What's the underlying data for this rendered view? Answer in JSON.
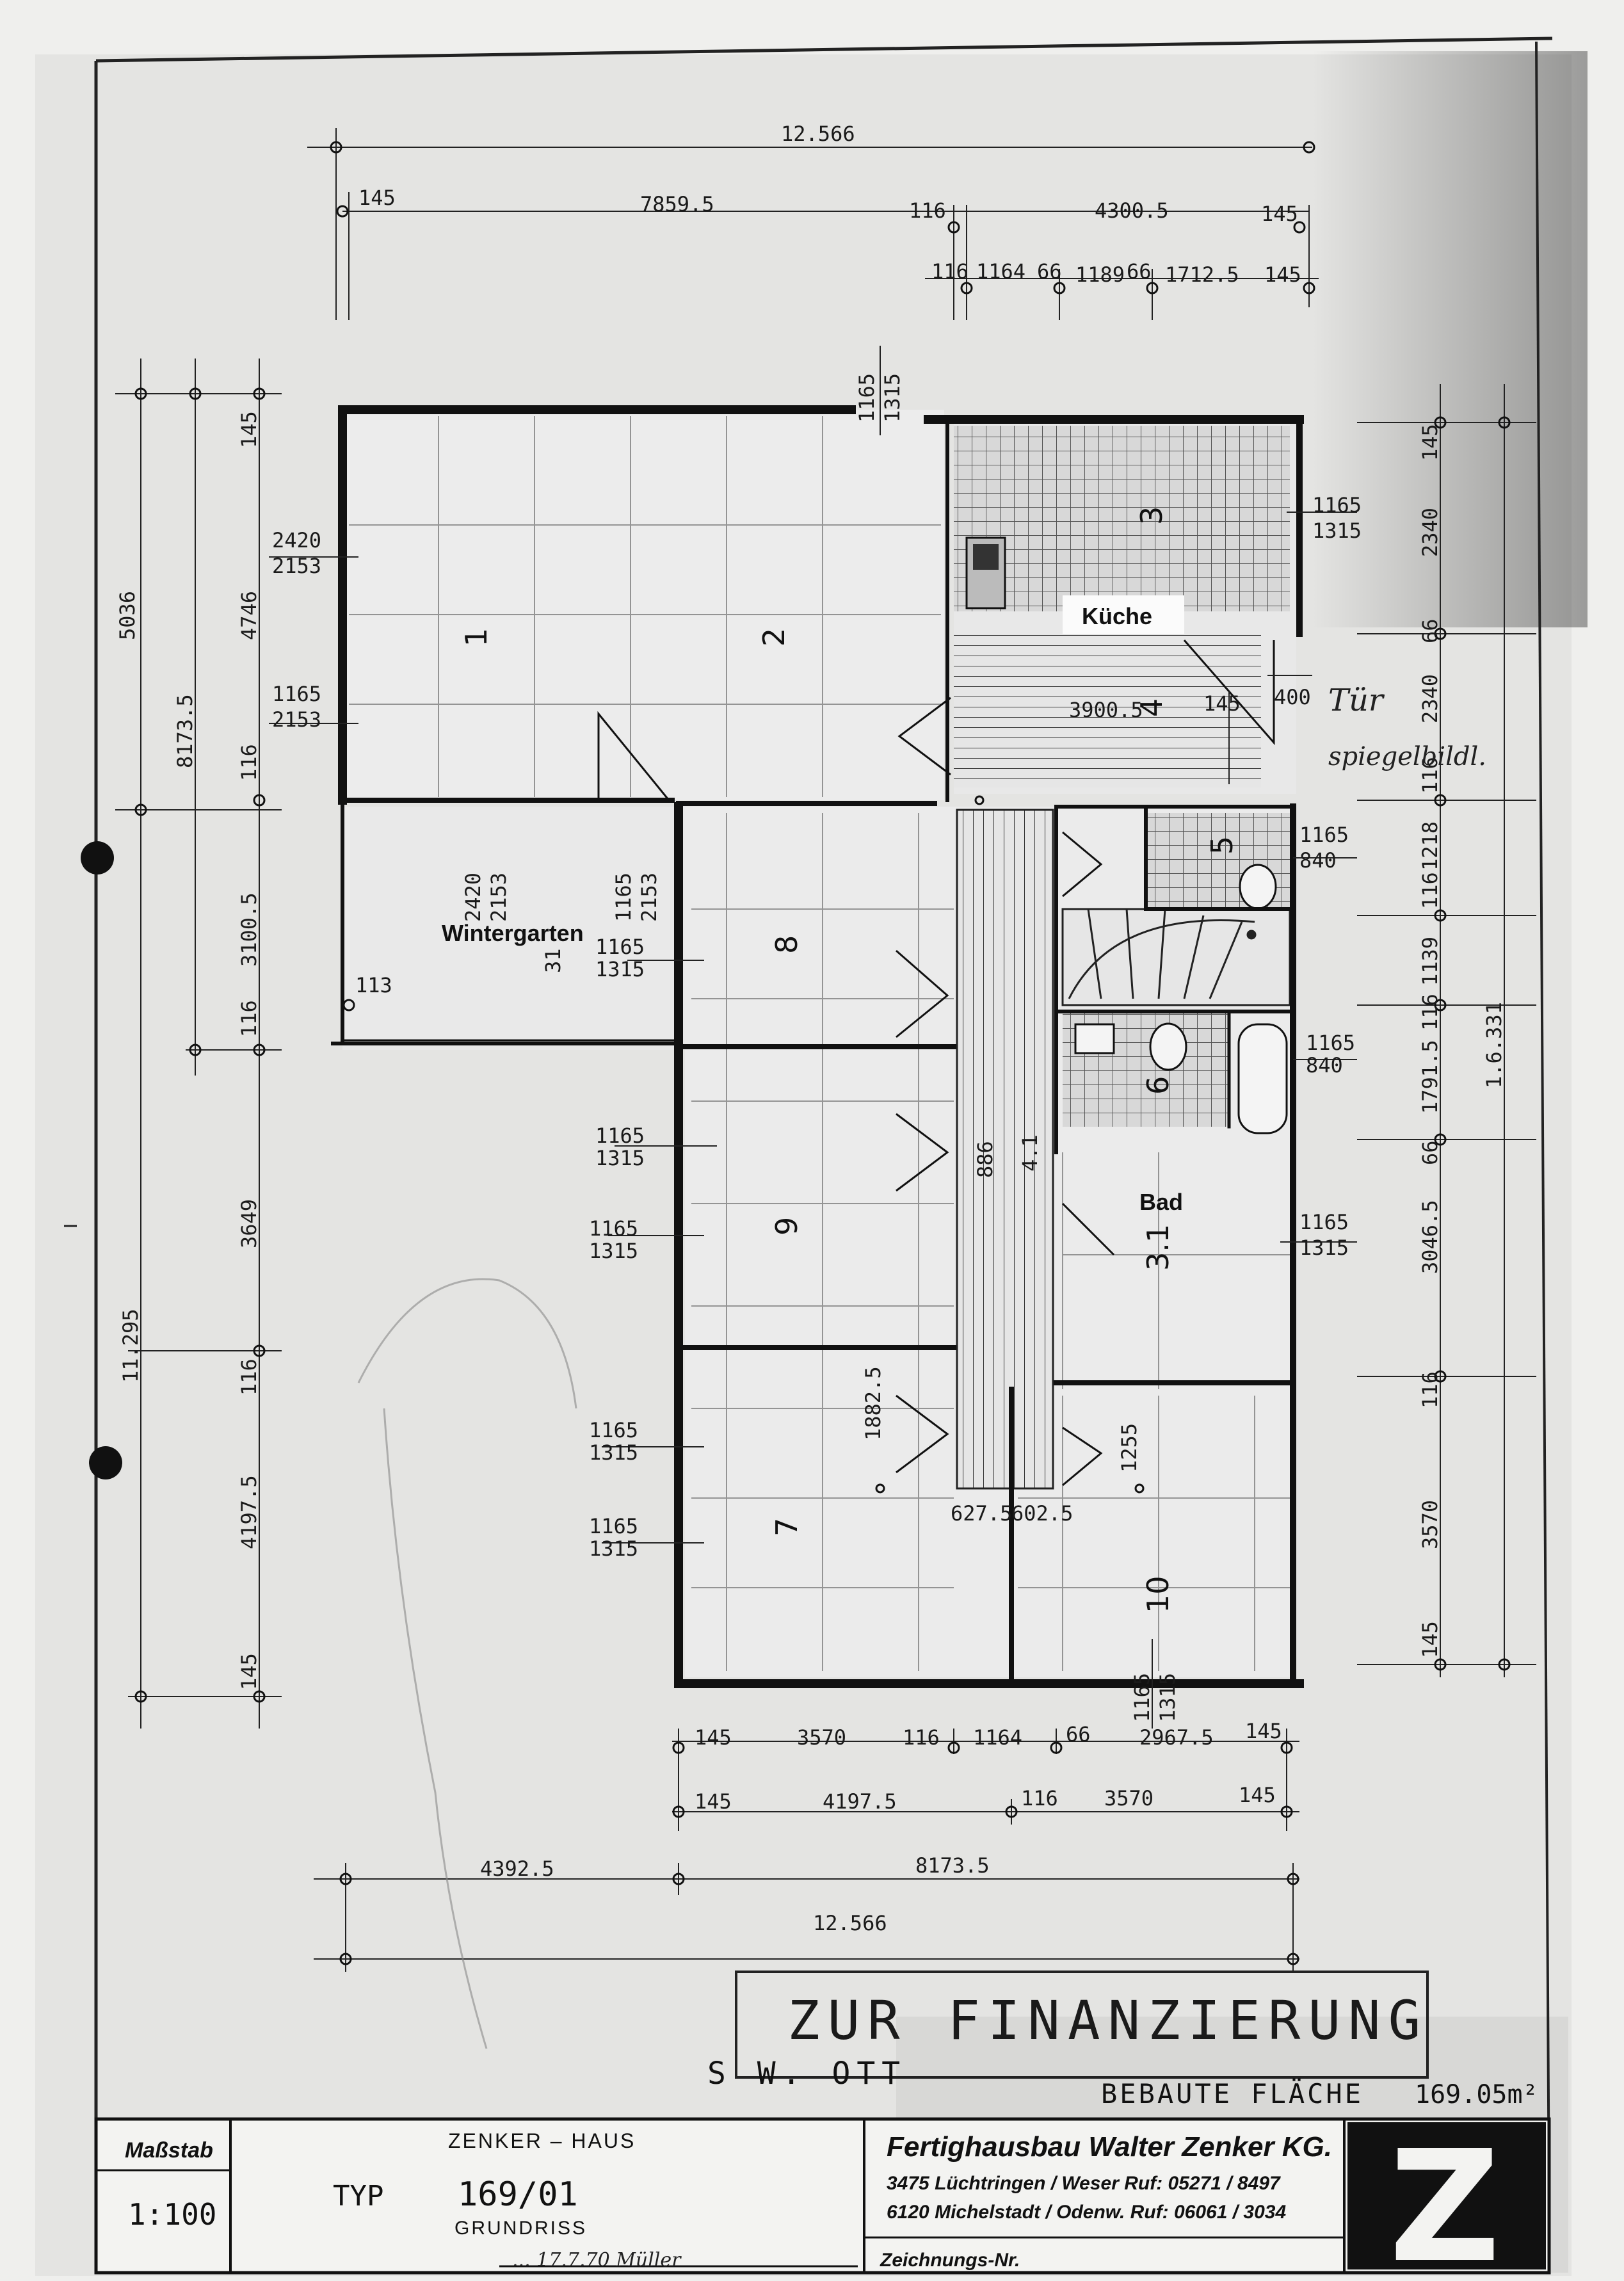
{
  "dimensions": {
    "top_total": "12.566",
    "top_left": "7859.5",
    "top_right": "4300.5",
    "top_145a": "145",
    "top_116": "116",
    "top_145b": "145",
    "top_r1": "1164",
    "top_r2": "1189",
    "top_r3": "1712.5",
    "top_66a": "66",
    "top_66b": "66",
    "top_116b": "116",
    "top_145c": "145",
    "win_top_a": "1165",
    "win_top_b": "1315",
    "left_5036": "5036",
    "left_8173": "8173.5",
    "left_4746": "4746",
    "left_145": "145",
    "left_116": "116",
    "left_3100": "3100.5",
    "left_11295": "11.295",
    "left_3649": "3649",
    "left_116b": "116",
    "left_4197": "4197.5",
    "left_145b": "145",
    "left_116c": "116",
    "r1_a": "2420",
    "r1_b": "2153",
    "r1w_a": "1165",
    "r1w_b": "2153",
    "wg_a": "2420",
    "wg_b": "2153",
    "wg2_a": "1165",
    "wg2_b": "2153",
    "wg_31": "31",
    "wg_113": "113",
    "r8_a": "1165",
    "r8_b": "1315",
    "r9a_a": "1165",
    "r9a_b": "1315",
    "r9b_a": "1165",
    "r9b_b": "1315",
    "r7a_a": "1165",
    "r7a_b": "1315",
    "r7b_a": "1165",
    "r7b_b": "1315",
    "k_a": "1165",
    "k_b": "1315",
    "k_3900": "3900.5",
    "k_145": "145",
    "k_400": "400",
    "wc_a": "1165",
    "wc_b": "840",
    "bd_a": "1165",
    "bd_b": "840",
    "bad_a": "1165",
    "bad_b": "1315",
    "right_145": "145",
    "right_2340a": "2340",
    "right_66a": "66",
    "right_2340b": "2340",
    "right_116a": "116",
    "right_1218": "1218",
    "right_116b": "116",
    "right_1139": "1139",
    "right_116c": "116",
    "right_1791": "1791.5",
    "right_66b": "66",
    "right_3046": "3046.5",
    "right_116d": "116",
    "right_3570": "3570",
    "right_145b": "145",
    "right_16331": "1.6.331",
    "hall_886": "886",
    "hall_41": "4.1",
    "r9_1882": "1882.5",
    "r10_1255": "1255",
    "hall_627": "627.5",
    "hall_602": "602.5",
    "bot_win_a": "1165",
    "bot_win_b": "1315",
    "b1_145": "145",
    "b1_3570": "3570",
    "b1_116": "116",
    "b1_1164": "1164",
    "b1_66": "66",
    "b1_2967": "2967.5",
    "b1_145b": "145",
    "b2_145": "145",
    "b2_4197": "4197.5",
    "b2_116": "116",
    "b2_3570": "3570",
    "b2_145b": "145",
    "b3_4392": "4392.5",
    "b3_8173": "8173.5",
    "b4_total": "12.566"
  },
  "rooms": {
    "r1": "1",
    "r2": "2",
    "r3": "3",
    "r4": "4",
    "r5": "5",
    "r6": "6",
    "r7": "7",
    "r8": "8",
    "r9": "9",
    "r10": "10",
    "r31": "3.1"
  },
  "labels": {
    "kueche": "Küche",
    "wintergarten": "Wintergarten",
    "bad": "Bad"
  },
  "handwriting": {
    "line1": "Tür",
    "line2": "spiegelbildl."
  },
  "stamp": {
    "main": "ZUR FINANZIERUNG",
    "sub": "S W.  OTT"
  },
  "area": {
    "label": "BEBAUTE FLÄCHE",
    "value": "169.05m²"
  },
  "title_block": {
    "massstab_label": "Maßstab",
    "massstab_value": "1:100",
    "house": "ZENKER – HAUS",
    "typ_label": "TYP",
    "typ_value": "169/01",
    "sheet": "GRUNDRISS",
    "company": "Fertighausbau Walter Zenker KG.",
    "addr1": "3475 Lüchtringen / Weser  Ruf: 05271 / 8497",
    "addr2": "6120 Michelstadt / Odenw.  Ruf: 06061 / 3034",
    "drawing_no_label": "Zeichnungs-Nr.",
    "sig": "... 17.7.70 Müller",
    "logo_letter": "Z"
  }
}
